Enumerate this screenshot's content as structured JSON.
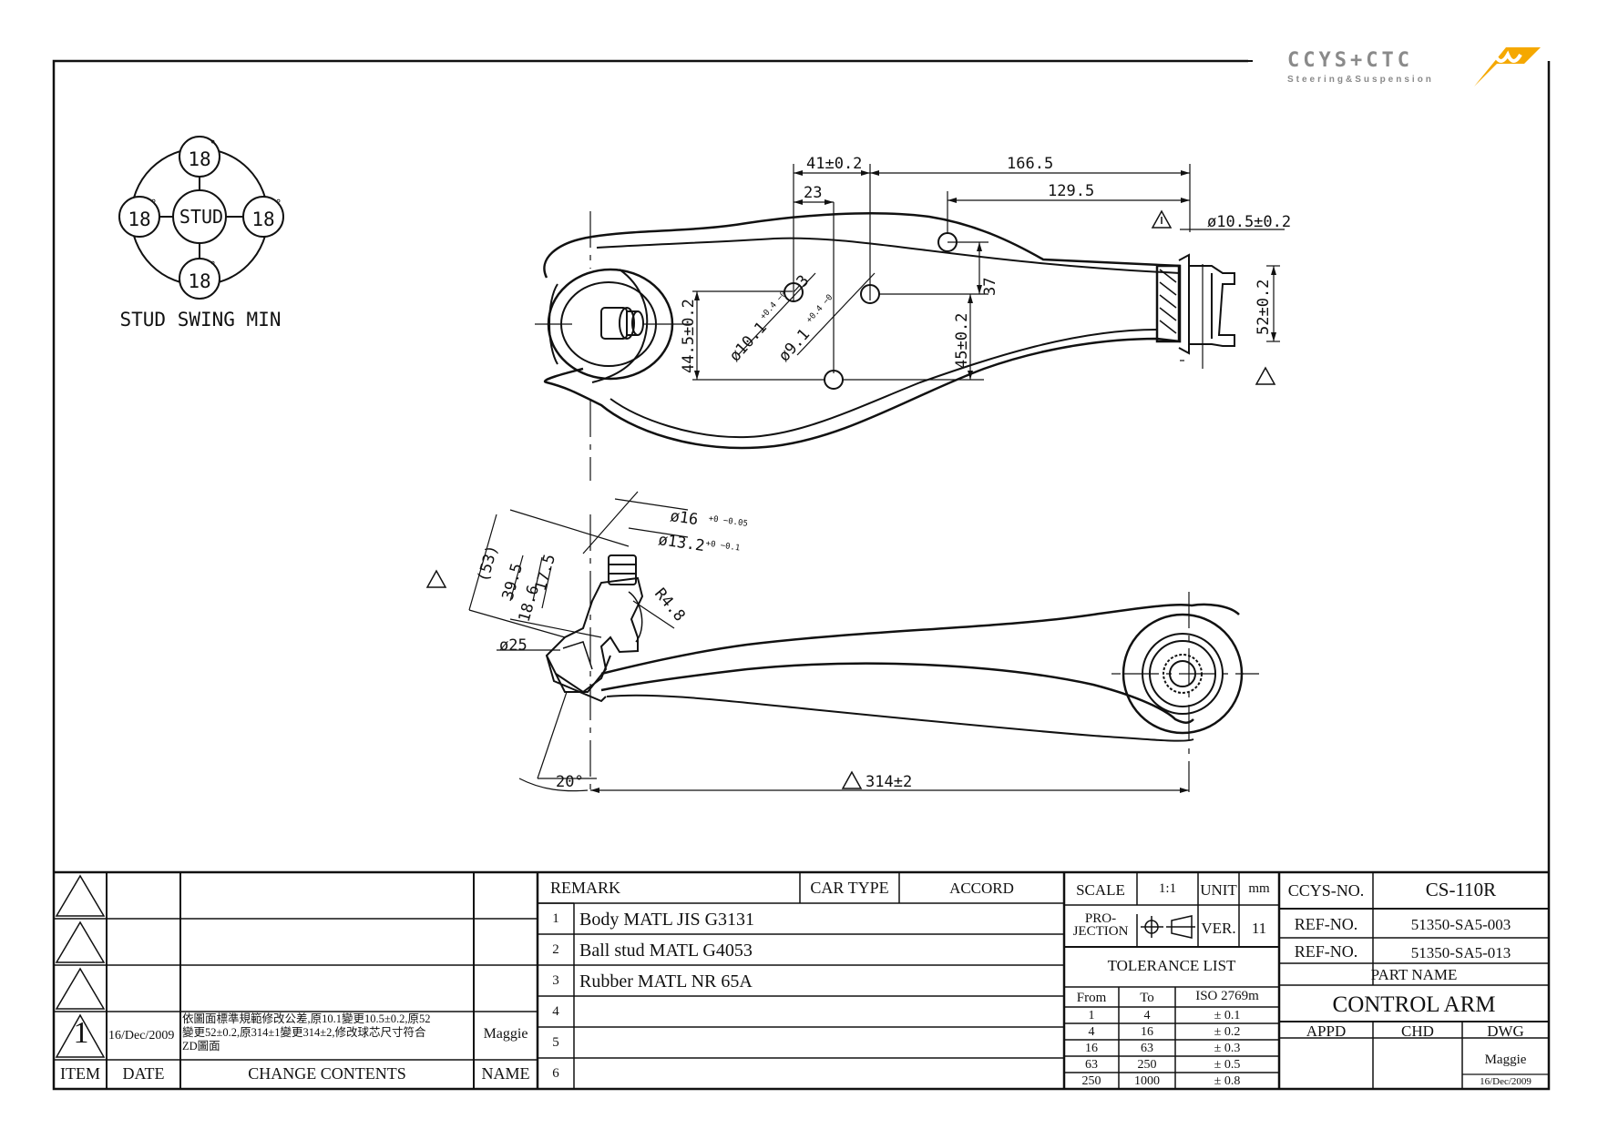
{
  "logo": {
    "brand": "CCYS+CTC",
    "tagline": "Steering&Suspension"
  },
  "stud_swing": {
    "center_label": "STUD",
    "angles": [
      "18",
      "18",
      "18",
      "18"
    ],
    "degree_mark": "°",
    "caption": "STUD SWING MIN"
  },
  "top_view_dims": {
    "d1": "41±0.2",
    "d2": "166.5",
    "d3": "23",
    "d4": "129.5",
    "d5": "ø10.5±0.2",
    "d6": "37",
    "d7": "52±0.2",
    "d8": "44.5±0.2",
    "d9": "45±0.2",
    "d10": "ø10.1",
    "d10_tol": "+0.4 −0",
    "d10_suffix": "–3",
    "d11": "ø9.1",
    "d11_tol": "+0.4 −0"
  },
  "side_view_dims": {
    "d1": "ø16",
    "d1_tol": "+0 −0.05",
    "d2": "ø13.2",
    "d2_tol": "+0 −0.1",
    "d3": "(53)",
    "d4": "39.5",
    "d5": "17.5",
    "d6": "18.6",
    "d7": "R4.8",
    "d8": "ø25",
    "d9": "20°",
    "d10": "314±2"
  },
  "title_block": {
    "remark_label": "REMARK",
    "car_type_label": "CAR TYPE",
    "car_type": "ACCORD",
    "scale_label": "SCALE",
    "scale": "1:1",
    "unit_label": "UNIT",
    "unit": "mm",
    "ccys_no_label": "CCYS-NO.",
    "ccys_no": "CS-110R",
    "projection_label": "PRO-\nJECTION",
    "ver_label": "VER.",
    "ver": "11",
    "ref_no_label": "REF-NO.",
    "ref_nos": [
      "51350-SA5-003",
      "51350-SA5-013"
    ],
    "part_name_label": "PART NAME",
    "part_name": "CONTROL ARM",
    "appd_label": "APPD",
    "chd_label": "CHD",
    "dwg_label": "DWG",
    "dwg_name": "Maggie",
    "dwg_date": "16/Dec/2009",
    "tolerance_title": "TOLERANCE LIST",
    "tolerance_headers": [
      "From",
      "To",
      "ISO 2769m"
    ],
    "tolerance_rows": [
      [
        "1",
        "4",
        "± 0.1"
      ],
      [
        "4",
        "16",
        "± 0.2"
      ],
      [
        "16",
        "63",
        "± 0.3"
      ],
      [
        "63",
        "250",
        "± 0.5"
      ],
      [
        "250",
        "1000",
        "± 0.8"
      ]
    ],
    "remarks": [
      {
        "no": "1",
        "text": "Body MATL JIS G3131"
      },
      {
        "no": "2",
        "text": "Ball stud MATL G4053"
      },
      {
        "no": "3",
        "text": "Rubber MATL NR 65A"
      },
      {
        "no": "4",
        "text": ""
      },
      {
        "no": "5",
        "text": ""
      },
      {
        "no": "6",
        "text": ""
      }
    ],
    "revision": {
      "item": "1",
      "date": "16/Dec/2009",
      "content_lines": [
        "依圖面標準規範修改公差,原10.1變更10.5±0.2,原52",
        "變更52±0.2,原314±1變更314±2,修改球芯尺寸符合",
        "ZD圖面"
      ],
      "name": "Maggie"
    },
    "rev_headers": {
      "item": "ITEM",
      "date": "DATE",
      "contents": "CHANGE CONTENTS",
      "name": "NAME"
    }
  }
}
